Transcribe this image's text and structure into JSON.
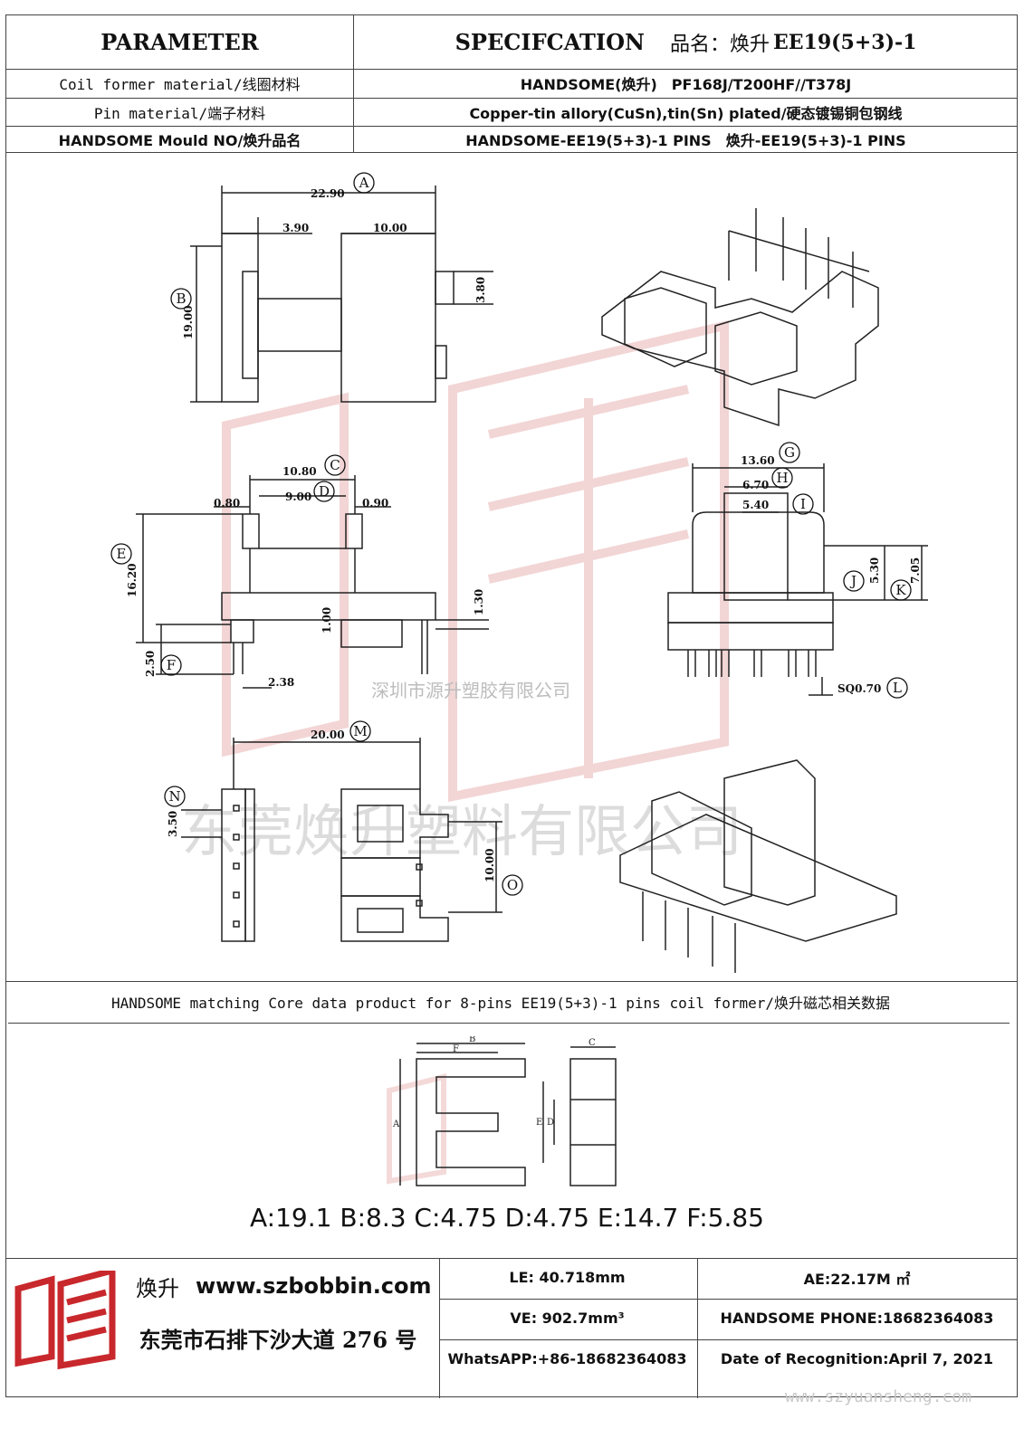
{
  "header": {
    "parameter": "PARAMETER",
    "specification": "SPECIFCATION",
    "product_label": "品名：焕升",
    "product_code": "EE19(5+3)-1"
  },
  "rows": [
    {
      "label": "Coil former material/线圈材料",
      "value": "HANDSOME(焕升)　PF168J/T200HF//T378J"
    },
    {
      "label": "Pin material/端子材料",
      "value": "Copper-tin allory(CuSn),tin(Sn) plated/硬态镀锡铜包钢线"
    },
    {
      "label": "HANDSOME Mould NO/焕升品名",
      "value": "HANDSOME-EE19(5+3)-1 PINS　焕升-EE19(5+3)-1 PINS"
    }
  ],
  "drawing": {
    "dims": {
      "A": "22.90",
      "a1": "3.90",
      "a2": "10.00",
      "a3": "3.80",
      "B": "19.00",
      "C": "10.80",
      "D": "9.00",
      "d1": "0.80",
      "d2": "0.90",
      "E": "16.20",
      "e1": "1.30",
      "e2": "1.00",
      "F": "2.50",
      "f1": "2.38",
      "G": "13.60",
      "H": "6.70",
      "I": "5.40",
      "J": "5.30",
      "K": "7.05",
      "L": "SQ0.70",
      "M": "20.00",
      "N": "3.50",
      "O": "10.00"
    },
    "letters": [
      "A",
      "B",
      "C",
      "D",
      "E",
      "F",
      "G",
      "H",
      "I",
      "J",
      "K",
      "L",
      "M",
      "N",
      "O"
    ],
    "watermark_small": "深圳市源升塑胶有限公司",
    "watermark_big": "东莞焕升塑料有限公司"
  },
  "core": {
    "title": "HANDSOME matching Core data  product for 8-pins EE19(5+3)-1 pins coil former/焕升磁芯相关数据",
    "letters": [
      "A",
      "B",
      "C",
      "D",
      "E",
      "F"
    ],
    "values": "A:19.1 B:8.3 C:4.75 D:4.75 E:14.7 F:5.85"
  },
  "footer": {
    "brand": "焕升",
    "website": "www.szbobbin.com",
    "address": "东莞市石排下沙大道 276 号",
    "le": "LE: 40.718mm",
    "ae": "AE:22.17M ㎡",
    "ve": "VE: 902.7mm³",
    "phone": "HANDSOME PHONE:18682364083",
    "whatsapp": "WhatsAPP:+86-18682364083",
    "date": "Date of Recognition:April 7, 2021",
    "bottom_watermark": "www.szyuansheng.com"
  },
  "colors": {
    "line": "#444444",
    "watermark": "#d64545",
    "logo": "#c8282c"
  }
}
